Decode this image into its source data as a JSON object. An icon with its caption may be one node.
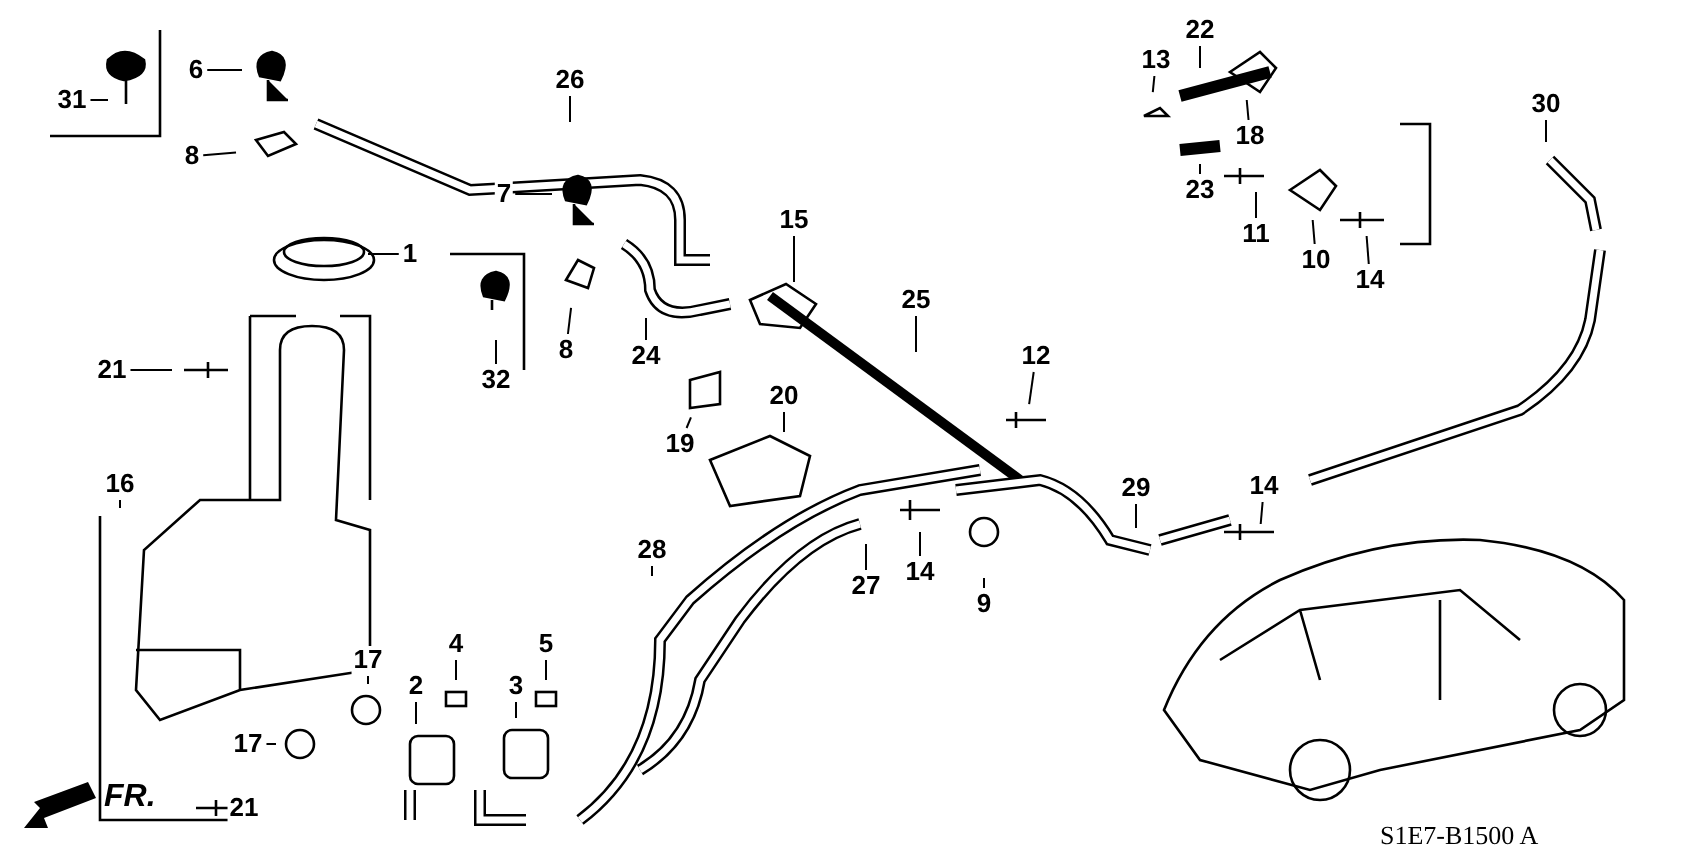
{
  "diagram": {
    "nodes": [
      {
        "text": [
          "31"
        ]
      },
      {
        "text": [
          "6"
        ]
      },
      {
        "text": [
          "8"
        ]
      },
      {
        "text": [
          "26"
        ]
      },
      {
        "text": [
          "22"
        ]
      },
      {
        "text": [
          "13"
        ]
      },
      {
        "text": [
          "18"
        ]
      },
      {
        "text": [
          "30"
        ]
      },
      {
        "text": [
          "1"
        ]
      },
      {
        "text": [
          "7"
        ]
      },
      {
        "text": [
          "15"
        ]
      },
      {
        "text": [
          "23"
        ]
      },
      {
        "text": [
          "11"
        ]
      },
      {
        "text": [
          "10"
        ]
      },
      {
        "text": [
          "14"
        ]
      },
      {
        "text": [
          "32"
        ]
      },
      {
        "text": [
          "8"
        ]
      },
      {
        "text": [
          "24"
        ]
      },
      {
        "text": [
          "25"
        ]
      },
      {
        "text": [
          "12"
        ]
      },
      {
        "text": [
          "21"
        ]
      },
      {
        "text": [
          "19"
        ]
      },
      {
        "text": [
          "20"
        ]
      },
      {
        "text": [
          "16"
        ]
      },
      {
        "text": [
          "14"
        ]
      },
      {
        "text": [
          "29"
        ]
      },
      {
        "text": [
          "28"
        ]
      },
      {
        "text": [
          "27"
        ]
      },
      {
        "text": [
          "14"
        ]
      },
      {
        "text": [
          "9"
        ]
      },
      {
        "text": [
          "4"
        ]
      },
      {
        "text": [
          "5"
        ]
      },
      {
        "text": [
          "17"
        ]
      },
      {
        "text": [
          "2"
        ]
      },
      {
        "text": [
          "3"
        ]
      },
      {
        "text": [
          "17"
        ]
      },
      {
        "text": [
          "21"
        ]
      }
    ],
    "edges": [
      {
        "from": 0,
        "to": null,
        "arrow": "none"
      },
      {
        "from": 1,
        "to": null,
        "arrow": "none"
      },
      {
        "from": 2,
        "to": null,
        "arrow": "none"
      },
      {
        "from": 3,
        "to": null,
        "arrow": "none"
      },
      {
        "from": 4,
        "to": null,
        "arrow": "none"
      },
      {
        "from": 5,
        "to": null,
        "arrow": "none"
      },
      {
        "from": 6,
        "to": null,
        "arrow": "none"
      },
      {
        "from": 7,
        "to": null,
        "arrow": "none"
      },
      {
        "from": 8,
        "to": null,
        "arrow": "none"
      },
      {
        "from": 9,
        "to": null,
        "arrow": "none"
      },
      {
        "from": 10,
        "to": null,
        "arrow": "none"
      },
      {
        "from": 11,
        "to": null,
        "arrow": "none"
      },
      {
        "from": 12,
        "to": null,
        "arrow": "none"
      },
      {
        "from": 13,
        "to": null,
        "arrow": "none"
      },
      {
        "from": 14,
        "to": null,
        "arrow": "none"
      },
      {
        "from": 15,
        "to": null,
        "arrow": "none"
      },
      {
        "from": 16,
        "to": null,
        "arrow": "none"
      },
      {
        "from": 17,
        "to": null,
        "arrow": "none"
      },
      {
        "from": 18,
        "to": null,
        "arrow": "none"
      },
      {
        "from": 19,
        "to": null,
        "arrow": "none"
      },
      {
        "from": 20,
        "to": null,
        "arrow": "none"
      },
      {
        "from": 21,
        "to": null,
        "arrow": "none"
      },
      {
        "from": 22,
        "to": null,
        "arrow": "none"
      },
      {
        "from": 23,
        "to": null,
        "arrow": "none"
      },
      {
        "from": 24,
        "to": null,
        "arrow": "none"
      },
      {
        "from": 25,
        "to": null,
        "arrow": "none"
      },
      {
        "from": 26,
        "to": null,
        "arrow": "none"
      },
      {
        "from": 27,
        "to": null,
        "arrow": "none"
      },
      {
        "from": 28,
        "to": null,
        "arrow": "none"
      },
      {
        "from": 29,
        "to": null,
        "arrow": "none"
      },
      {
        "from": 30,
        "to": null,
        "arrow": "none"
      },
      {
        "from": 31,
        "to": null,
        "arrow": "none"
      },
      {
        "from": 32,
        "to": null,
        "arrow": "none"
      },
      {
        "from": 33,
        "to": null,
        "arrow": "none"
      },
      {
        "from": 34,
        "to": null,
        "arrow": "none"
      },
      {
        "from": 35,
        "to": null,
        "arrow": "none"
      },
      {
        "from": 36,
        "to": null,
        "arrow": "none"
      }
    ],
    "labels": [
      "FR.",
      "S1E7-B1500 A"
    ]
  }
}
